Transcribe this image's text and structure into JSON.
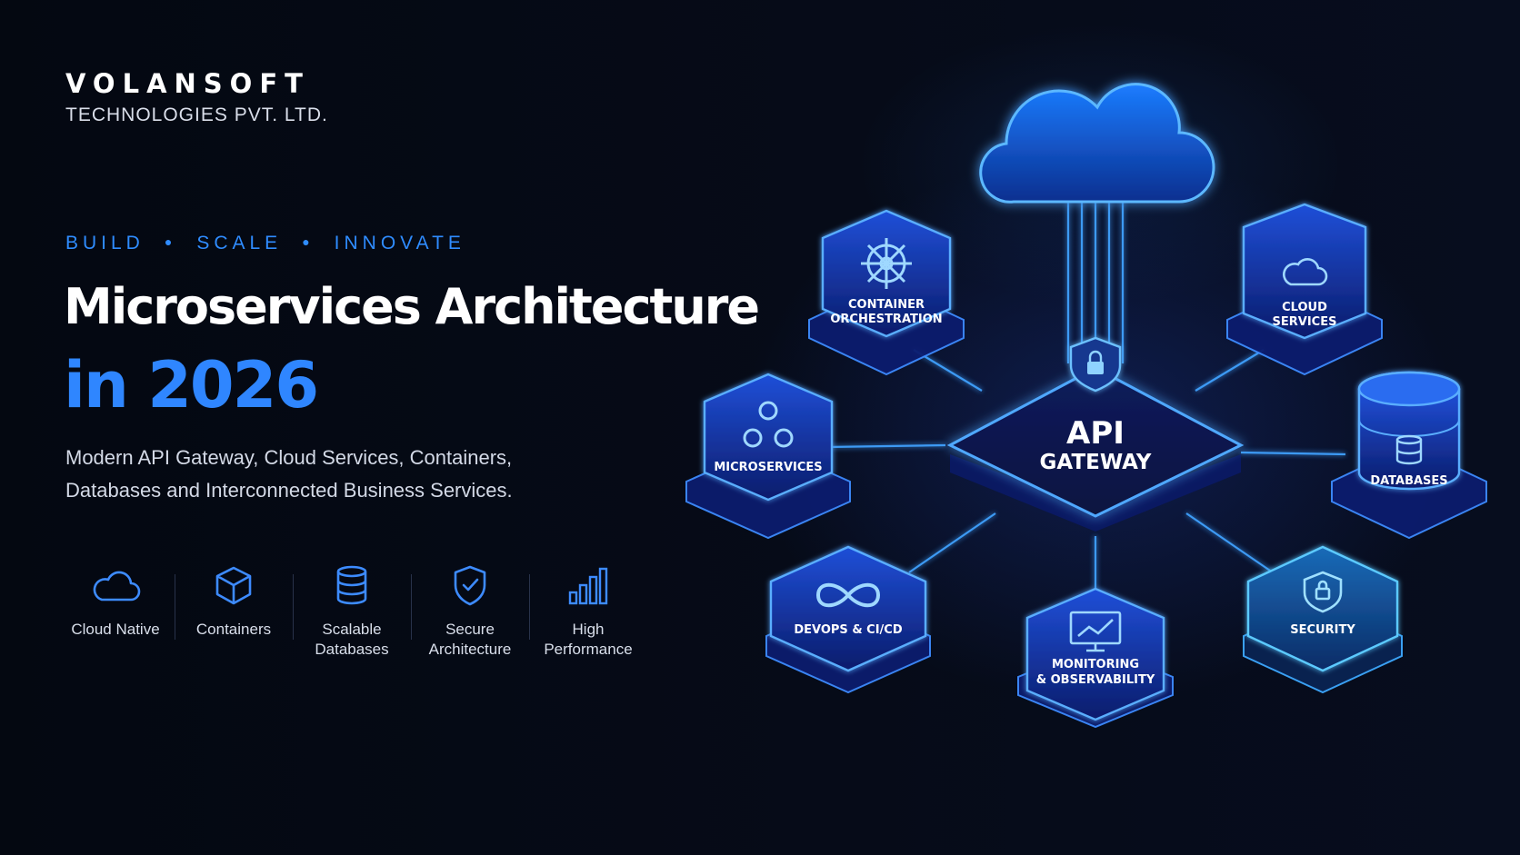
{
  "brand": {
    "name": "VOLANSOFT",
    "subtitle": "TECHNOLOGIES PVT. LTD."
  },
  "tagline": [
    "BUILD",
    "SCALE",
    "INNOVATE"
  ],
  "headline": {
    "line1": "Microservices Architecture",
    "line2": "in 2026"
  },
  "description": {
    "line1": "Modern API Gateway, Cloud Services, Containers,",
    "line2": "Databases and Interconnected Business Services."
  },
  "features": [
    {
      "icon": "cloud-icon",
      "lines": [
        "Cloud Native"
      ]
    },
    {
      "icon": "cube-icon",
      "lines": [
        "Containers"
      ]
    },
    {
      "icon": "database-icon",
      "lines": [
        "Scalable",
        "Databases"
      ]
    },
    {
      "icon": "shield-check-icon",
      "lines": [
        "Secure",
        "Architecture"
      ]
    },
    {
      "icon": "bar-chart-icon",
      "lines": [
        "High",
        "Performance"
      ]
    }
  ],
  "diagram": {
    "center": {
      "line1": "API",
      "line2": "GATEWAY",
      "icon": "lock-shield-icon"
    },
    "nodes": {
      "container_orchestration": {
        "line1": "CONTAINER",
        "line2": "ORCHESTRATION",
        "icon": "helm-wheel-icon"
      },
      "cloud_services": {
        "line1": "CLOUD",
        "line2": "SERVICES",
        "icon": "cloud-icon"
      },
      "microservices": {
        "line1": "MICROSERVICES",
        "icon": "gears-icon"
      },
      "databases": {
        "line1": "DATABASES",
        "icon": "database-icon"
      },
      "devops": {
        "line1": "DEVOPS & CI/CD",
        "icon": "infinity-icon"
      },
      "monitoring": {
        "line1": "MONITORING",
        "line2": "& OBSERVABILITY",
        "icon": "monitor-chart-icon"
      },
      "security": {
        "line1": "SECURITY",
        "icon": "lock-shield-icon"
      }
    }
  },
  "colors": {
    "background": "#050914",
    "accent": "#2f86ff",
    "glow": "#4aa8ff",
    "node_fill": "#0f2a8c"
  }
}
